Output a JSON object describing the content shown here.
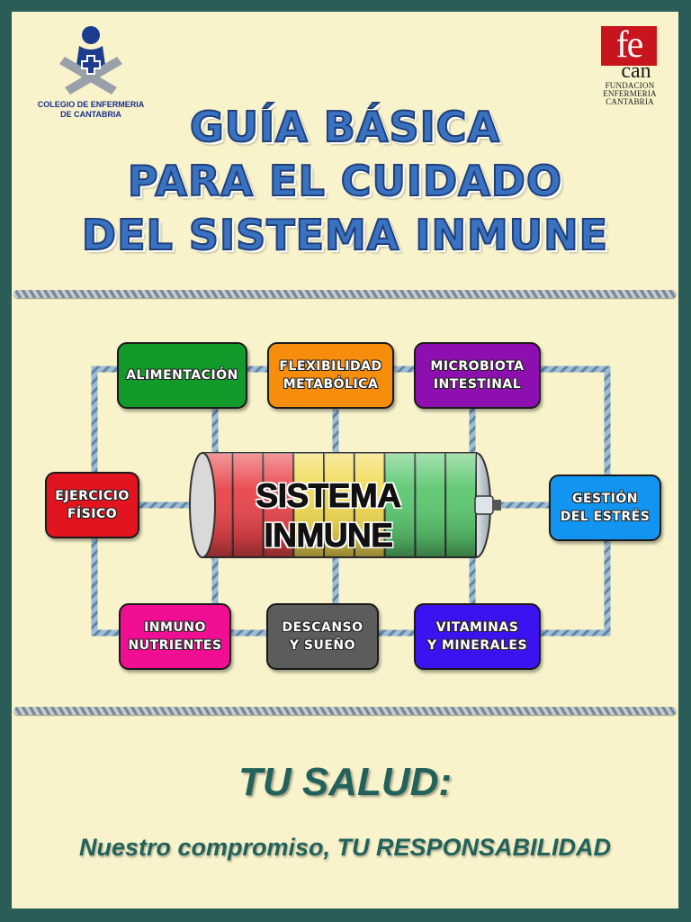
{
  "logos": {
    "left_org": "COLEGIO DE ENFERMERIA\nDE CANTABRIA",
    "right_mark": "fe",
    "right_sub": "can",
    "right_org": "FUNDACION\nENFERMERIA\nCANTABRIA"
  },
  "title": {
    "line1": "GUÍA BÁSICA",
    "line2": "PARA EL CUIDADO",
    "line3": "DEL SISTEMA INMUNE"
  },
  "diagram": {
    "center": "SISTEMA INMUNE",
    "battery_segment_colors": [
      "#e8454a",
      "#e8454a",
      "#e8454a",
      "#f2da52",
      "#f2da52",
      "#f2da52",
      "#5cc870",
      "#5cc870",
      "#5cc870"
    ],
    "factors": [
      {
        "label": "ALIMENTACIÓN",
        "color": "#129a2a"
      },
      {
        "label": "FLEXIBILIDAD\nMETABÓLICA",
        "color": "#f78d0c"
      },
      {
        "label": "MICROBIOTA\nINTESTINAL",
        "color": "#8e0fb0"
      },
      {
        "label": "EJERCICIO\nFÍSICO",
        "color": "#e1141f"
      },
      {
        "label": "GESTIÓN\nDEL ESTRÉS",
        "color": "#1295f0"
      },
      {
        "label": "INMUNO\nNUTRIENTES",
        "color": "#f00e93"
      },
      {
        "label": "DESCANSO\nY SUEÑO",
        "color": "#5c5c5c"
      },
      {
        "label": "VITAMINAS\nY MINERALES",
        "color": "#3c12f0"
      }
    ]
  },
  "slogan": {
    "headline": "TU SALUD:",
    "tagline": "Nuestro compromiso, TU RESPONSABILIDAD"
  },
  "colors": {
    "frame": "#2a5d58",
    "background": "#f8f3cb",
    "title_blue": "#3a72c2",
    "slogan_green": "#22625b"
  }
}
